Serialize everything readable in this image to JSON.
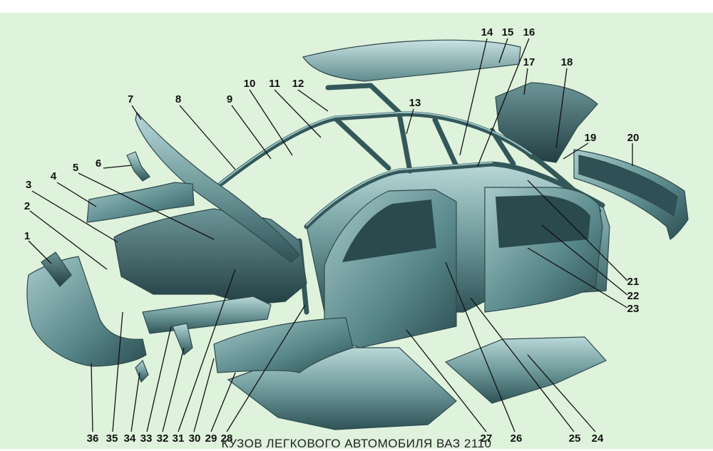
{
  "caption": "Кузов легкового автомобиля ВАЗ 2110",
  "colors": {
    "background": "#dff2dc",
    "metal_dark": "#3b5f62",
    "metal_light": "#a9cccd",
    "label": "#111111"
  },
  "labels": [
    "1",
    "2",
    "3",
    "4",
    "5",
    "6",
    "7",
    "8",
    "9",
    "10",
    "11",
    "12",
    "13",
    "14",
    "15",
    "16",
    "17",
    "18",
    "19",
    "20",
    "21",
    "22",
    "23",
    "24",
    "25",
    "26",
    "27",
    "28",
    "29",
    "30",
    "31",
    "32",
    "33",
    "34",
    "35",
    "36"
  ]
}
